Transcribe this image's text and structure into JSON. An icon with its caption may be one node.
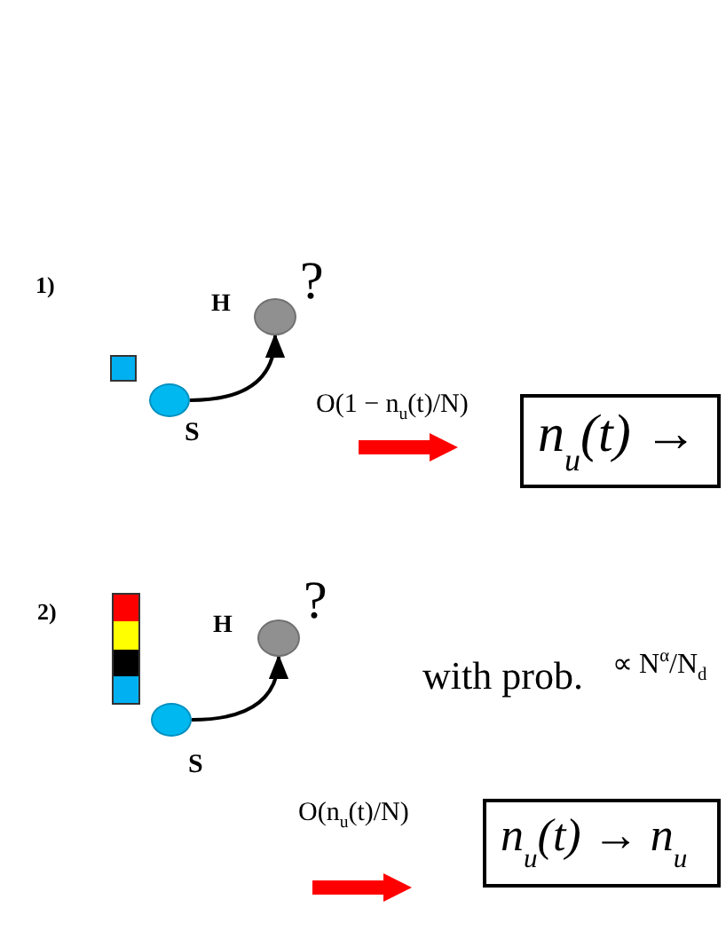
{
  "diagram": {
    "nodes": [
      {
        "text": [],
        "shape": "box"
      },
      {
        "text": [],
        "shape": "circle",
        "beside": [
          "S"
        ]
      },
      {
        "text": [],
        "shape": "circle",
        "beside": [
          "H",
          "?"
        ]
      },
      {
        "text": [
          "n$_{u}$(t) →"
        ]
      },
      {
        "text": [],
        "shape": "bar"
      },
      {
        "text": [],
        "shape": "circle",
        "beside": [
          "S"
        ]
      },
      {
        "text": [],
        "shape": "circle",
        "beside": [
          "H",
          "?"
        ]
      },
      {
        "text": [
          "n$_{u}$(t) → n$_{u}$"
        ]
      }
    ],
    "edges": [
      {
        "from": 1,
        "to": 2,
        "arrow": "to"
      },
      {
        "from": 5,
        "to": 6,
        "arrow": "to"
      }
    ],
    "labels": [
      "1)",
      "O(1 − n$_{u}$(t)/N)",
      "2)",
      "with prob.",
      "∝ N$^{α}$/N$_{d}$",
      "O(n$_{u}$(t)/N)"
    ]
  }
}
